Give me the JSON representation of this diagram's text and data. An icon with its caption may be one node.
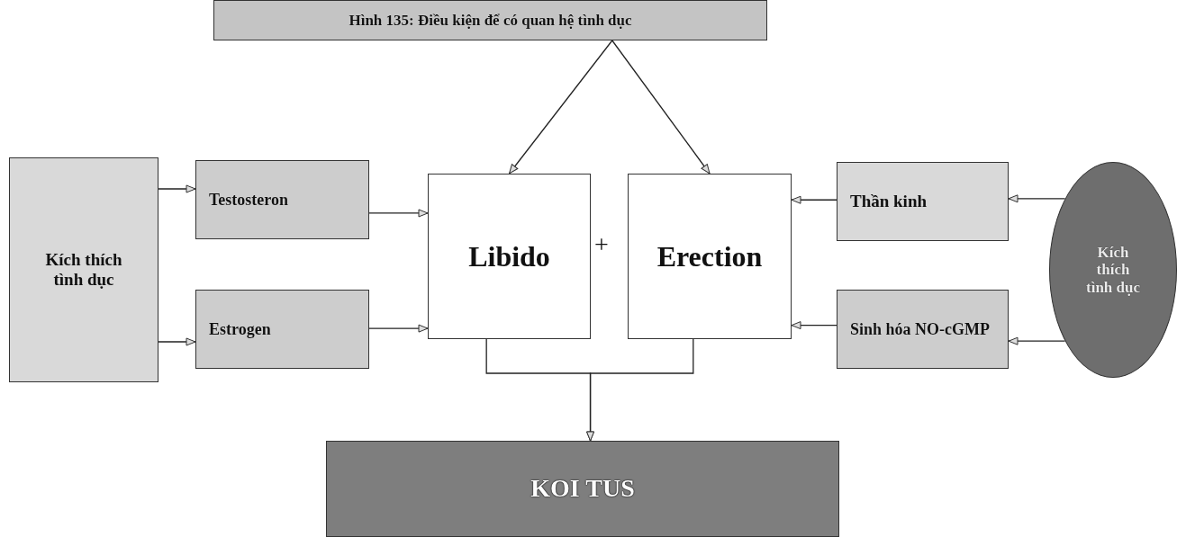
{
  "diagram": {
    "nodes": [
      {
        "text": [
          "Hình 135: Điều kiện để có quan hệ tình dục"
        ]
      },
      {
        "text": [
          "Kích thích tình dục"
        ]
      },
      {
        "text": [
          "Testosteron"
        ]
      },
      {
        "text": [
          "Estrogen"
        ]
      },
      {
        "text": [
          "Libido"
        ]
      },
      {
        "text": [
          "Erection"
        ]
      },
      {
        "text": [
          "Thần kinh"
        ]
      },
      {
        "text": [
          "Sinh hóa NO-cGMP"
        ]
      },
      {
        "text": [
          "Kích thích tình dục"
        ]
      },
      {
        "text": [
          "KOI TUS"
        ]
      }
    ],
    "edges": [
      {
        "from": 0,
        "to": 4,
        "arrow": "to"
      },
      {
        "from": 0,
        "to": 5,
        "arrow": "to"
      },
      {
        "from": 1,
        "to": 2,
        "arrow": "to"
      },
      {
        "from": 1,
        "to": 3,
        "arrow": "to"
      },
      {
        "from": 2,
        "to": 4,
        "arrow": "to"
      },
      {
        "from": 3,
        "to": 4,
        "arrow": "to"
      },
      {
        "from": 6,
        "to": 5,
        "arrow": "to"
      },
      {
        "from": 7,
        "to": 5,
        "arrow": "to"
      },
      {
        "from": 8,
        "to": 6,
        "arrow": "to"
      },
      {
        "from": 8,
        "to": 7,
        "arrow": "to"
      },
      {
        "from": 4,
        "to": 9,
        "arrow": "to"
      },
      {
        "from": 5,
        "to": 9,
        "arrow": "to"
      }
    ],
    "labels": [
      "+"
    ]
  }
}
